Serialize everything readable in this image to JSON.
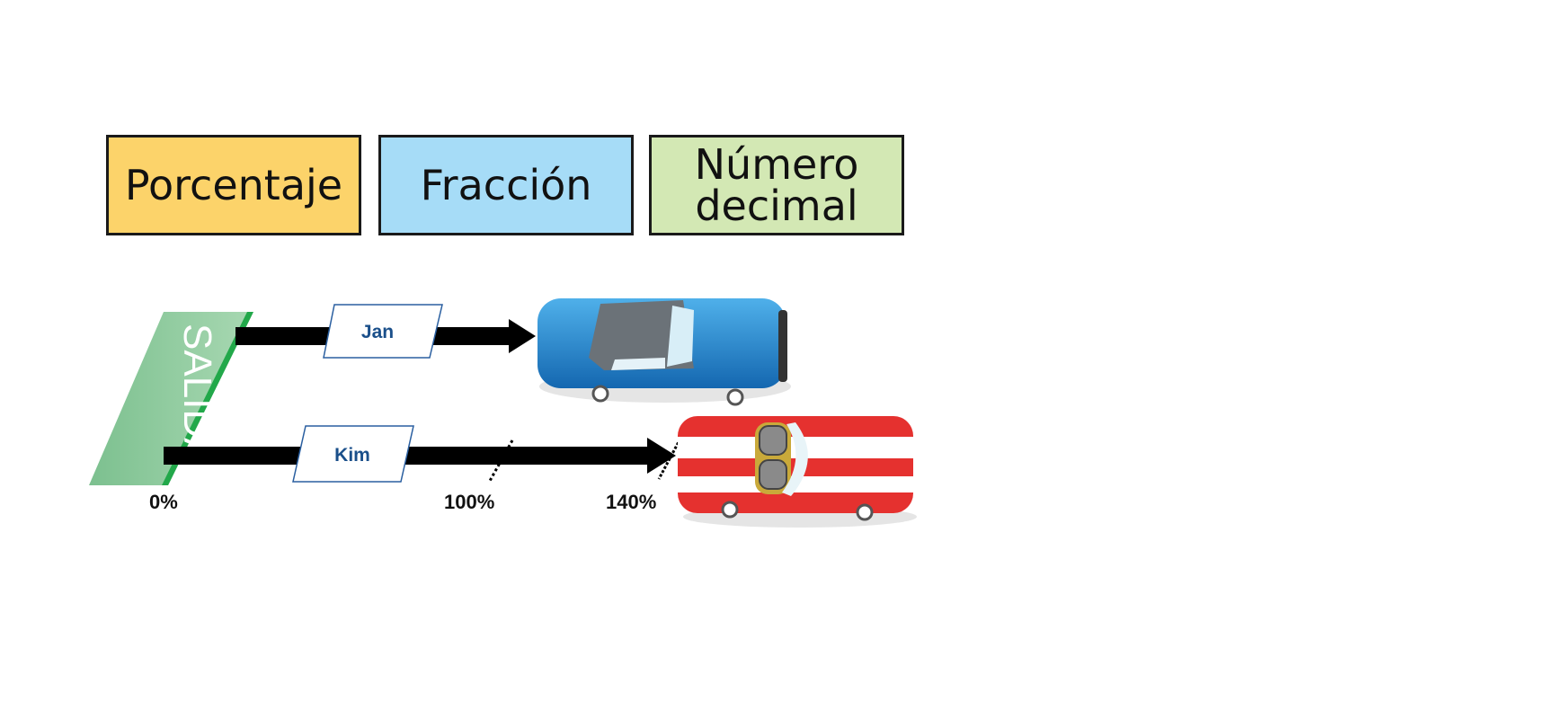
{
  "categories": [
    {
      "label": "Porcentaje",
      "color": "#fcd36a"
    },
    {
      "label": "Fracción",
      "color": "#a6dcf7"
    },
    {
      "label": "Número decimal",
      "line1": "Número",
      "line2": "decimal",
      "color": "#d3e8b4"
    }
  ],
  "start_label": "SALIDA",
  "racers": [
    {
      "name": "Jan",
      "car": "blue-car"
    },
    {
      "name": "Kim",
      "car": "red-car"
    }
  ],
  "markers": [
    "0%",
    "100%",
    "140%"
  ]
}
